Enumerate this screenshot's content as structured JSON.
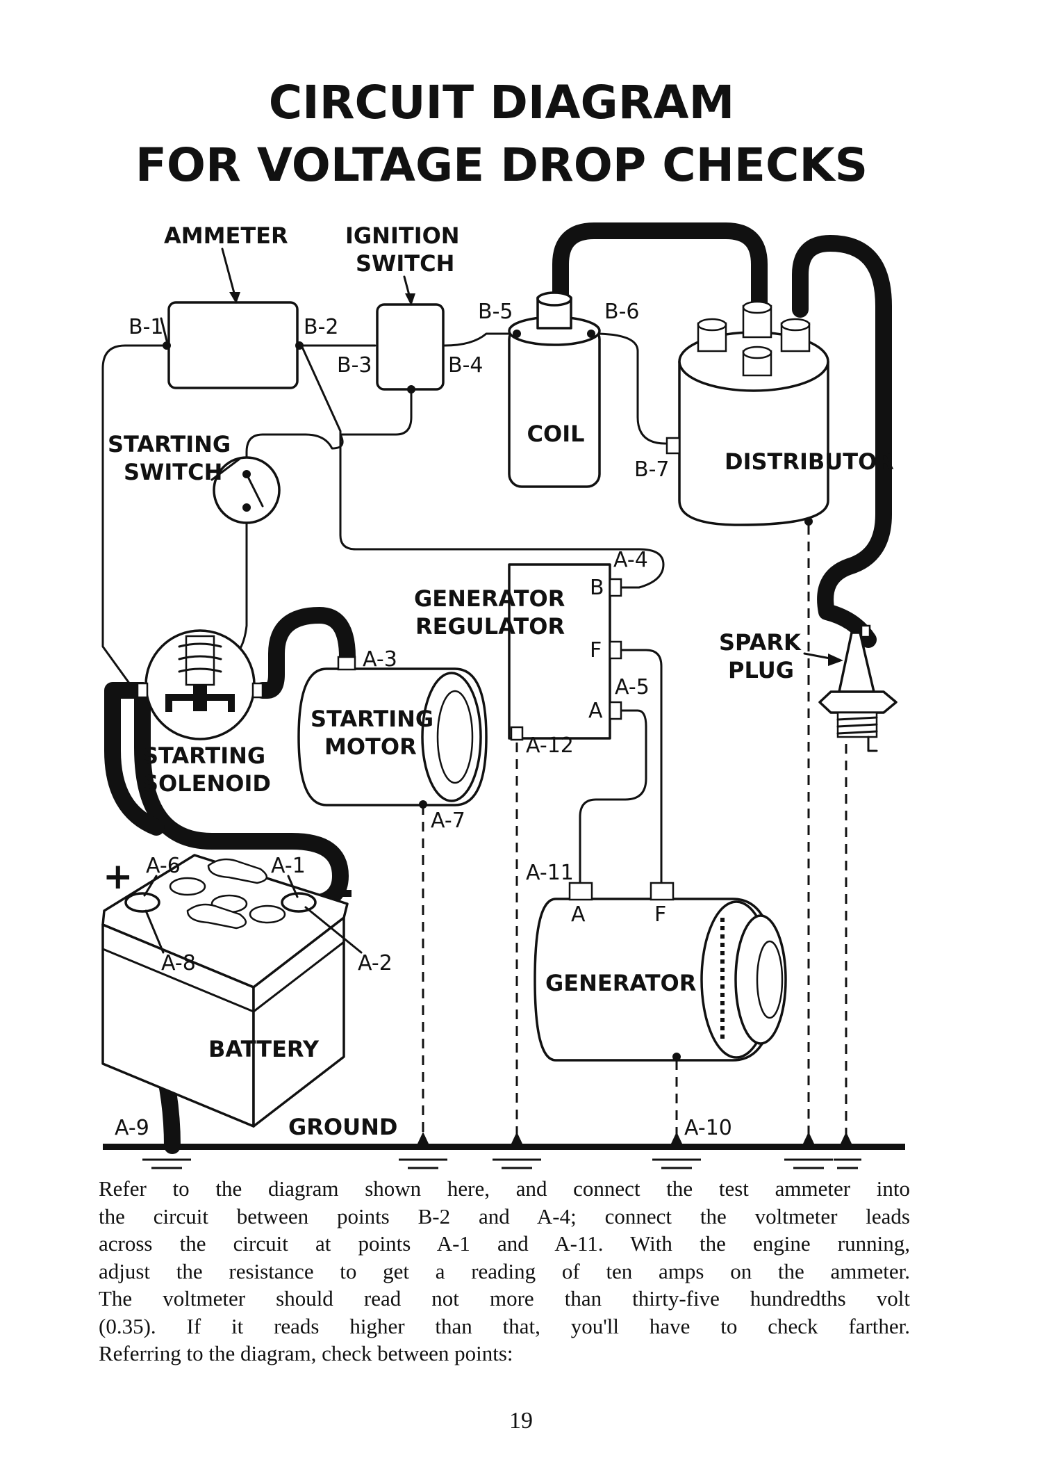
{
  "title": {
    "line1": "CIRCUIT DIAGRAM",
    "line2": "FOR VOLTAGE DROP CHECKS"
  },
  "components": {
    "ammeter": "AMMETER",
    "ignition_line1": "IGNITION",
    "ignition_line2": "SWITCH",
    "coil": "COIL",
    "distributor": "DISTRIBUTOR",
    "starting_switch_line1": "STARTING",
    "starting_switch_line2": "SWITCH",
    "regulator_line1": "GENERATOR",
    "regulator_line2": "REGULATOR",
    "spark_plug_line1": "SPARK",
    "spark_plug_line2": "PLUG",
    "starting_motor_line1": "STARTING",
    "starting_motor_line2": "MOTOR",
    "starting_solenoid_line1": "STARTING",
    "starting_solenoid_line2": "SOLENOID",
    "battery": "BATTERY",
    "ground": "GROUND",
    "generator": "GENERATOR",
    "plus_sign": "+",
    "minus_sign": "−"
  },
  "points": {
    "b1": "B-1",
    "b2": "B-2",
    "b3": "B-3",
    "b4": "B-4",
    "b5": "B-5",
    "b6": "B-6",
    "b7": "B-7",
    "a1": "A-1",
    "a2": "A-2",
    "a3": "A-3",
    "a4": "A-4",
    "a5": "A-5",
    "a6": "A-6",
    "a7": "A-7",
    "a8": "A-8",
    "a9": "A-9",
    "a10": "A-10",
    "a11": "A-11",
    "a12": "A-12"
  },
  "terminals": {
    "reg_b": "B",
    "reg_f": "F",
    "reg_a": "A",
    "gen_a": "A",
    "gen_f": "F"
  },
  "body": {
    "line1": "Refer to the diagram shown here, and connect the test ammeter into",
    "line2": "the circuit between points B-2 and A-4; connect the voltmeter leads",
    "line3": "across the circuit at points A-1 and A-11. With the engine running,",
    "line4": "adjust the resistance to get a reading of ten amps on the ammeter.",
    "line5": "The voltmeter should read not more than thirty-five hundredths volt",
    "line6": "(0.35). If it reads higher than that, you'll have to check farther.",
    "line7": "Referring to the diagram, check between points:"
  },
  "page_number": "19"
}
